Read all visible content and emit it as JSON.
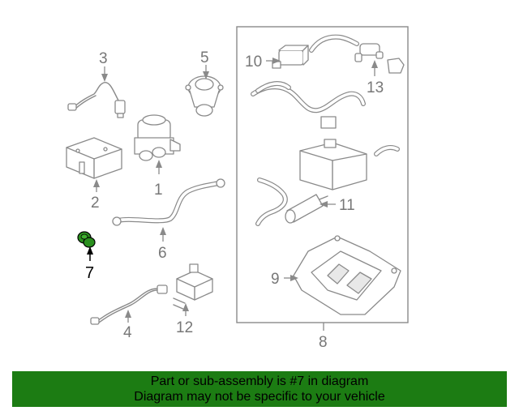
{
  "callouts": {
    "c1": "1",
    "c2": "2",
    "c3": "3",
    "c4": "4",
    "c5": "5",
    "c6": "6",
    "c7": "7",
    "c8": "8",
    "c9": "9",
    "c10": "10",
    "c11": "11",
    "c12": "12",
    "c13": "13"
  },
  "highlight_callout": "7",
  "banner": {
    "line1": "Part or sub-assembly is #7 in diagram",
    "line2": "Diagram may not be specific to your vehicle"
  },
  "colors": {
    "banner_bg": "#1c7c13",
    "line_gray": "#8a8a8a",
    "highlight_part": "#2a8f1e"
  }
}
